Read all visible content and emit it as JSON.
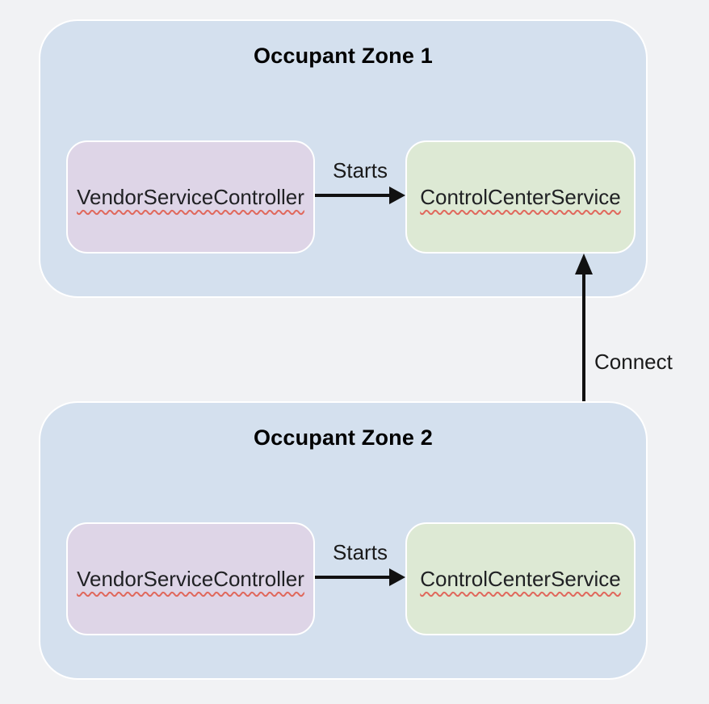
{
  "diagram": {
    "background_color": "#f1f2f4",
    "zones": [
      {
        "title": "Occupant Zone 1",
        "fill": "#d4e0ee",
        "nodes": [
          {
            "id": "vendor-service-controller",
            "label": "VendorServiceController",
            "fill": "#ded5e7"
          },
          {
            "id": "control-center-service",
            "label": "ControlCenterService",
            "fill": "#dde9d4"
          }
        ],
        "starts_label": "Starts"
      },
      {
        "title": "Occupant Zone 2",
        "fill": "#d4e0ee",
        "nodes": [
          {
            "id": "vendor-service-controller",
            "label": "VendorServiceController",
            "fill": "#ded5e7"
          },
          {
            "id": "control-center-service",
            "label": "ControlCenterService",
            "fill": "#dde9d4"
          }
        ],
        "starts_label": "Starts"
      }
    ],
    "connect_label": "Connect",
    "colors": {
      "arrow": "#111111",
      "zone_border": "#ffffff",
      "misspell_underline": "#e0685c"
    }
  }
}
